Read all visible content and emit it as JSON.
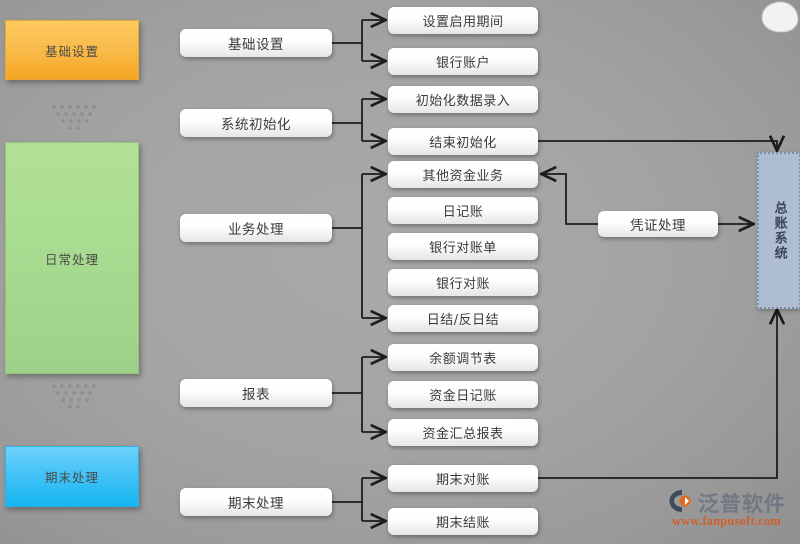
{
  "stages": [
    {
      "id": "basic-setup",
      "label": "基础设置",
      "color": "#f5a623"
    },
    {
      "id": "daily",
      "label": "日常处理",
      "color": "#9ed089"
    },
    {
      "id": "period-end",
      "label": "期末处理",
      "color": "#14b5f0"
    }
  ],
  "groups": [
    {
      "id": "basic-setup",
      "label": "基础设置"
    },
    {
      "id": "sys-init",
      "label": "系统初始化"
    },
    {
      "id": "business",
      "label": "业务处理"
    },
    {
      "id": "reports",
      "label": "报表"
    },
    {
      "id": "period-end",
      "label": "期末处理"
    }
  ],
  "leaves": [
    {
      "id": "set-start-period",
      "label": "设置启用期间",
      "group": "基础设置"
    },
    {
      "id": "bank-account",
      "label": "银行账户",
      "group": "基础设置"
    },
    {
      "id": "init-data-entry",
      "label": "初始化数据录入",
      "group": "系统初始化"
    },
    {
      "id": "finish-init",
      "label": "结束初始化",
      "group": "系统初始化"
    },
    {
      "id": "other-fund-biz",
      "label": "其他资金业务",
      "group": "业务处理"
    },
    {
      "id": "journal",
      "label": "日记账",
      "group": "业务处理"
    },
    {
      "id": "bank-statement",
      "label": "银行对账单",
      "group": "业务处理"
    },
    {
      "id": "bank-recon",
      "label": "银行对账",
      "group": "业务处理"
    },
    {
      "id": "day-close",
      "label": "日结/反日结",
      "group": "业务处理"
    },
    {
      "id": "balance-adjust",
      "label": "余额调节表",
      "group": "报表"
    },
    {
      "id": "fund-journal",
      "label": "资金日记账",
      "group": "报表"
    },
    {
      "id": "fund-summary",
      "label": "资金汇总报表",
      "group": "报表"
    },
    {
      "id": "period-recon",
      "label": "期末对账",
      "group": "期末处理"
    },
    {
      "id": "period-close",
      "label": "期末结账",
      "group": "期末处理"
    }
  ],
  "voucher": {
    "id": "voucher-processing",
    "label": "凭证处理"
  },
  "gl_system": {
    "id": "gl-system",
    "label": "总账系统"
  },
  "brand": {
    "name": "泛普软件",
    "url": "www.fanpusoft.com",
    "accent": "#d85a1e"
  }
}
